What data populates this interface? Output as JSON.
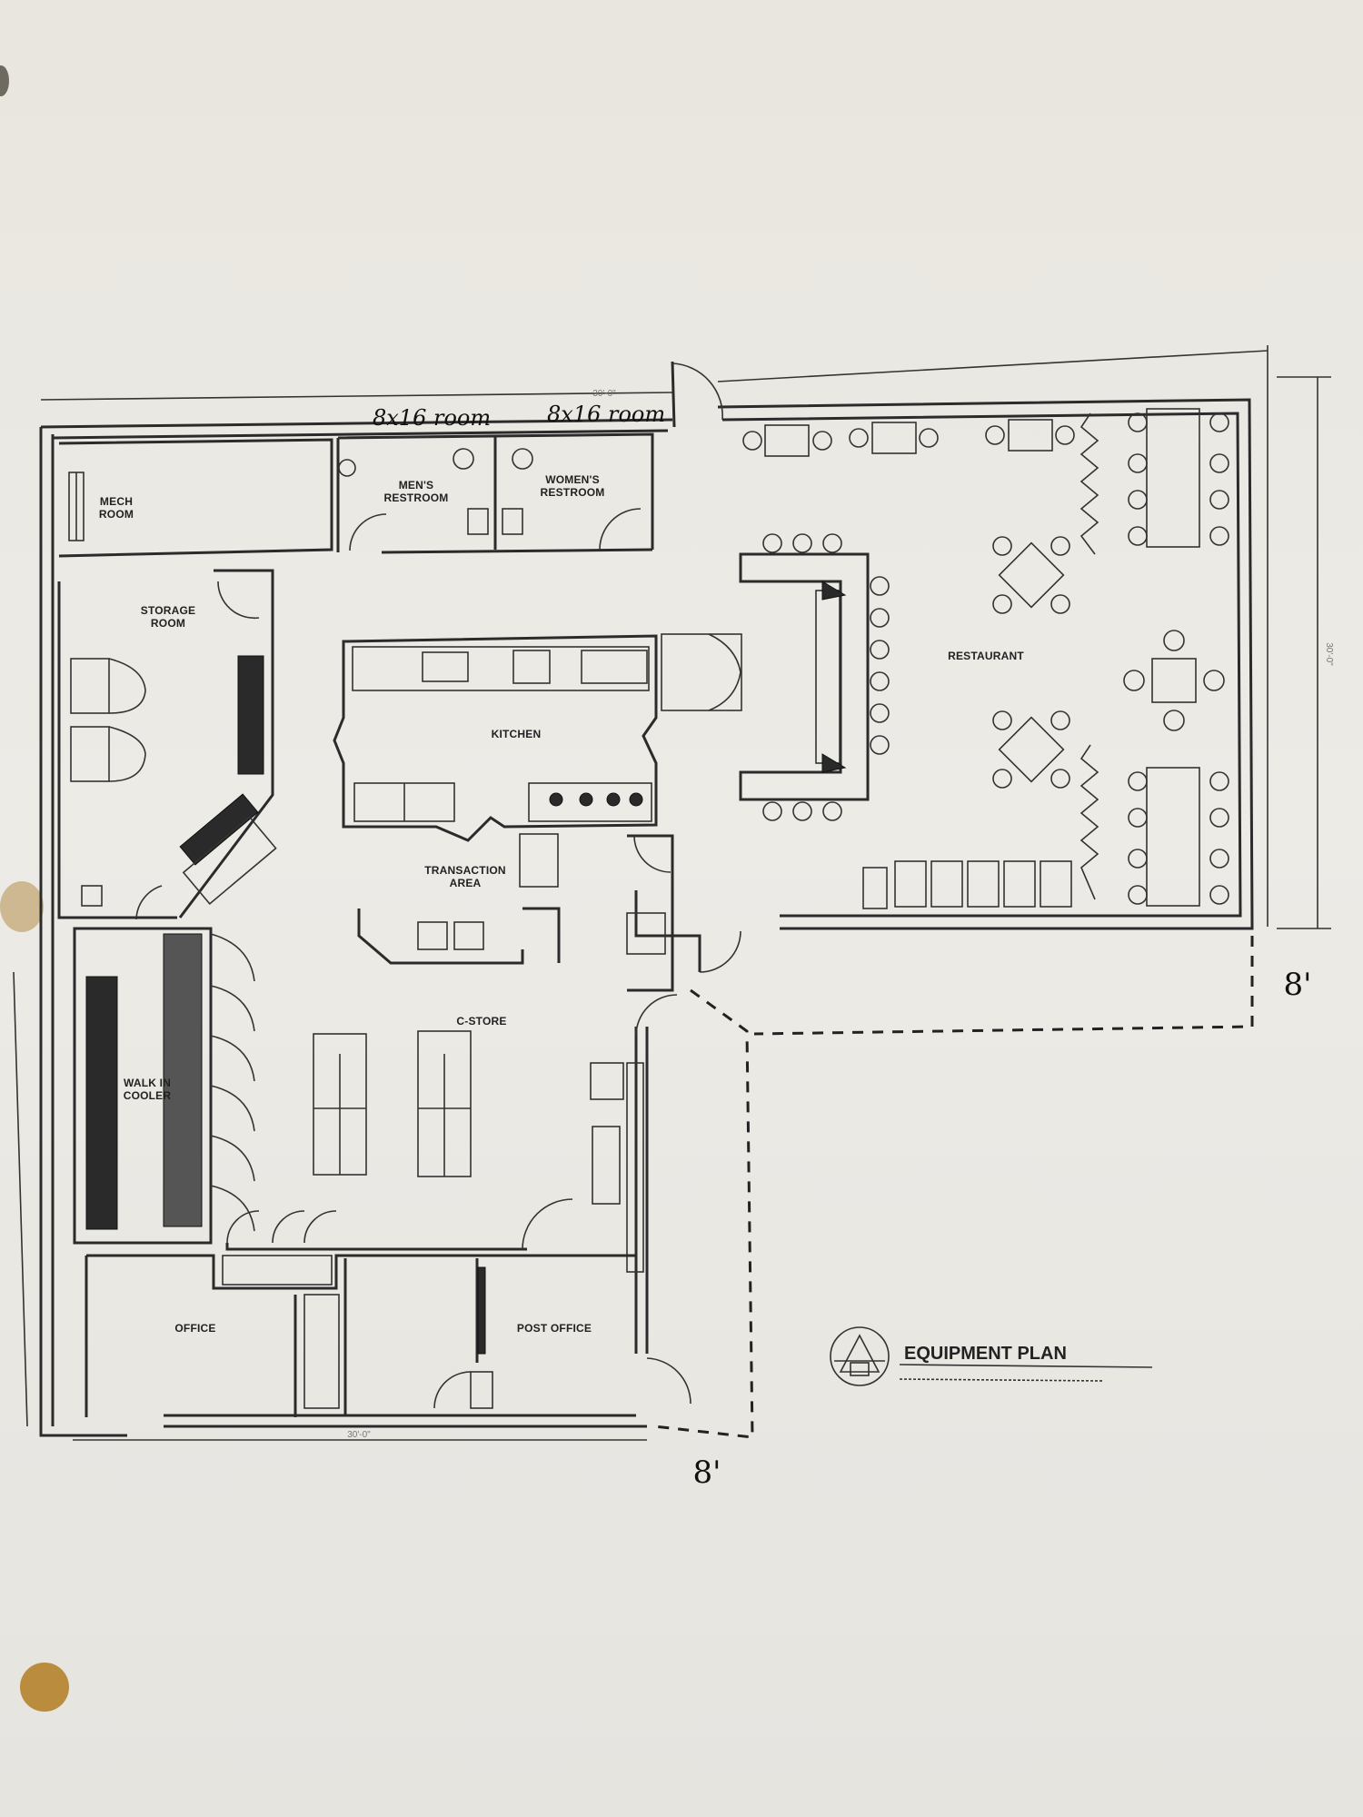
{
  "plan": {
    "rooms": {
      "mech_room_line1": "MECH",
      "mech_room_line2": "ROOM",
      "mens_restroom_line1": "MEN'S",
      "mens_restroom_line2": "RESTROOM",
      "womens_restroom_line1": "WOMEN'S",
      "womens_restroom_line2": "RESTROOM",
      "storage_room_line1": "STORAGE",
      "storage_room_line2": "ROOM",
      "kitchen": "KITCHEN",
      "transaction_area_line1": "TRANSACTION",
      "transaction_area_line2": "AREA",
      "restaurant": "RESTAURANT",
      "c_store": "C-STORE",
      "walk_in_cooler_line1": "WALK IN",
      "walk_in_cooler_line2": "COOLER",
      "office": "OFFICE",
      "post_office": "POST OFFICE"
    },
    "handwritten": {
      "mens_note": "8x16 room",
      "womens_note": "8x16 room",
      "side_extension": "8'",
      "bottom_extension": "8'"
    },
    "title_block": {
      "title": "EQUIPMENT PLAN"
    }
  }
}
